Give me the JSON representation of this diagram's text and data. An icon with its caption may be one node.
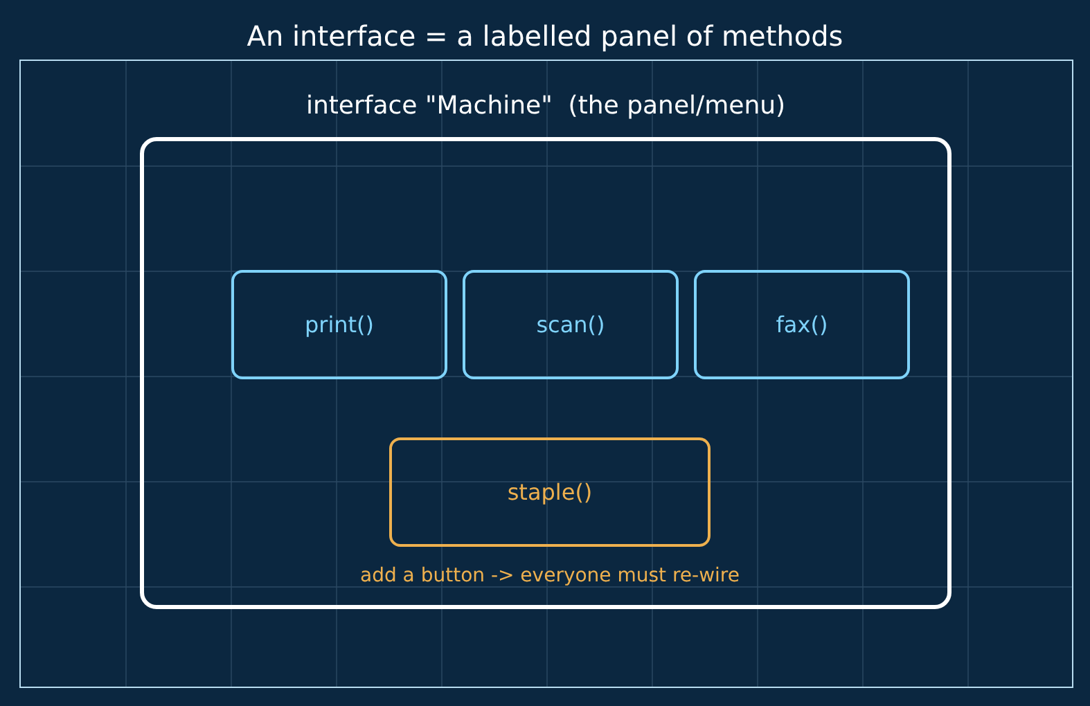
{
  "diagram": {
    "title": "An interface = a labelled panel of methods",
    "nodes": [
      {
        "text": [
          "interface \"Machine\"  (the panel/menu)"
        ]
      },
      {
        "text": [
          "print()"
        ],
        "in": 0
      },
      {
        "text": [
          "scan()"
        ],
        "in": 0
      },
      {
        "text": [
          "fax()"
        ],
        "in": 0
      },
      {
        "text": [
          "staple()"
        ],
        "in": 0,
        "beside": [
          "add a button -> everyone must re-wire"
        ]
      }
    ]
  }
}
